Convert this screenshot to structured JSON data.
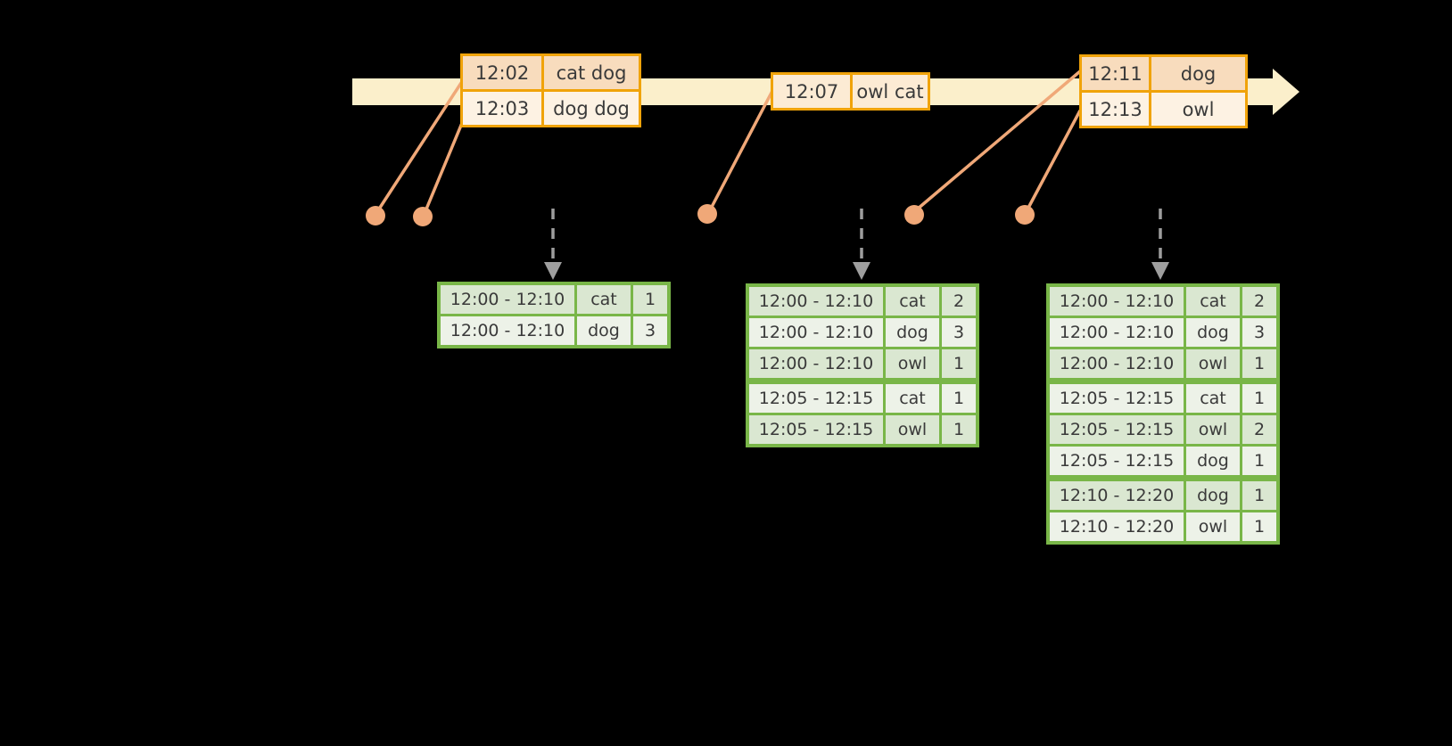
{
  "diagram": {
    "title": "windowed-stream-aggregation-diagram",
    "event_tables": [
      {
        "rows": [
          [
            "12:02",
            "cat dog"
          ],
          [
            "12:03",
            "dog dog"
          ]
        ]
      },
      {
        "rows": [
          [
            "12:07",
            "owl cat"
          ]
        ]
      },
      {
        "rows": [
          [
            "12:11",
            "dog"
          ],
          [
            "12:13",
            "owl"
          ]
        ]
      }
    ],
    "result_tables": [
      {
        "rows": [
          [
            "12:00 - 12:10",
            "cat",
            "1"
          ],
          [
            "12:00 - 12:10",
            "dog",
            "3"
          ]
        ]
      },
      {
        "rows": [
          [
            "12:00 - 12:10",
            "cat",
            "2"
          ],
          [
            "12:00 - 12:10",
            "dog",
            "3"
          ],
          [
            "12:00 - 12:10",
            "owl",
            "1"
          ],
          [
            "12:05 - 12:15",
            "cat",
            "1"
          ],
          [
            "12:05 - 12:15",
            "owl",
            "1"
          ]
        ]
      },
      {
        "rows": [
          [
            "12:00 - 12:10",
            "cat",
            "2"
          ],
          [
            "12:00 - 12:10",
            "dog",
            "3"
          ],
          [
            "12:00 - 12:10",
            "owl",
            "1"
          ],
          [
            "12:05 - 12:15",
            "cat",
            "1"
          ],
          [
            "12:05 - 12:15",
            "owl",
            "2"
          ],
          [
            "12:05 - 12:15",
            "dog",
            "1"
          ],
          [
            "12:10 - 12:20",
            "dog",
            "1"
          ],
          [
            "12:10 - 12:20",
            "owl",
            "1"
          ]
        ]
      }
    ],
    "colors": {
      "background": "#000000",
      "timeline_bar": "#FBEFCB",
      "event_table_border": "#F0A30A",
      "event_row_dark": "#F8DCBD",
      "event_row_light": "#FDF2E3",
      "event_row_mid": "#FCEBD4",
      "event_dot_line": "#F0A878",
      "result_table_border": "#79B648",
      "result_row_dark": "#DAE7D1",
      "result_row_light": "#EDF2E8",
      "trigger_arrow_gray": "#9E9E9E",
      "text": "#3A3A3A"
    }
  }
}
